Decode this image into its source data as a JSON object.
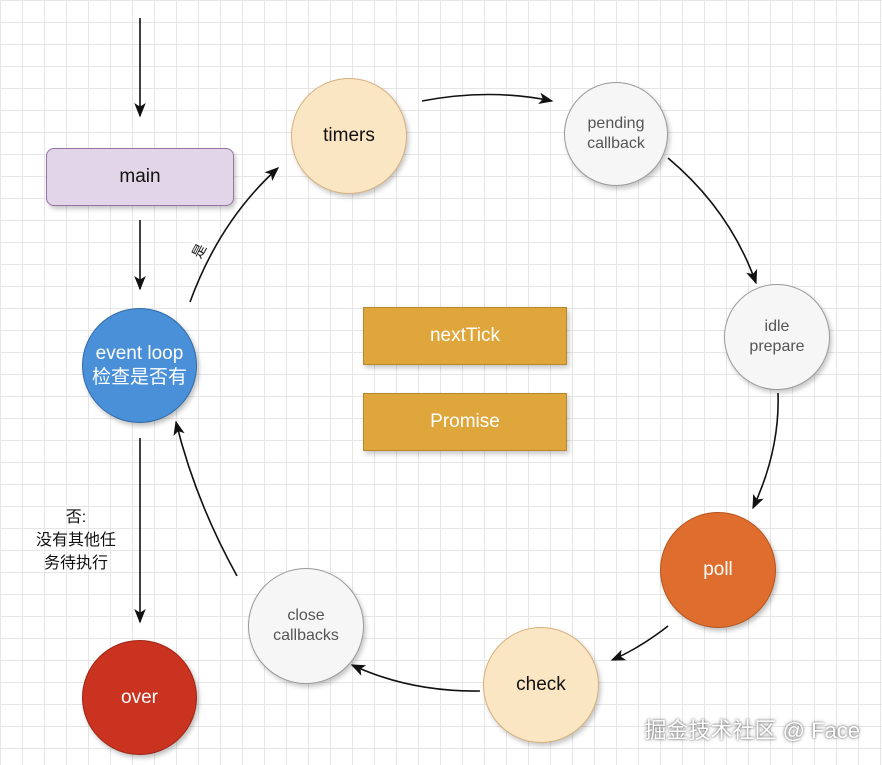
{
  "nodes": {
    "main": "main",
    "event_loop_line1": "event loop",
    "event_loop_line2": "检查是否有",
    "over": "over",
    "timers": "timers",
    "pending_line1": "pending",
    "pending_line2": "callback",
    "idle_line1": "idle",
    "idle_line2": "prepare",
    "poll": "poll",
    "check": "check",
    "close_line1": "close",
    "close_line2": "callbacks",
    "nexttick": "nextTick",
    "promise": "Promise"
  },
  "labels": {
    "yes": "是",
    "no": "否:\n没有其他任\n务待执行"
  },
  "watermark": "掘金技术社区 @ Face",
  "colors": {
    "main_fill": "#e1d5e7",
    "event_loop_fill": "#4a90d9",
    "over_fill": "#c9331f",
    "timers_fill": "#fbe6c4",
    "pending_fill": "#f6f6f6",
    "poll_fill": "#df6e2e",
    "micro_task_fill": "#dfa63c"
  }
}
